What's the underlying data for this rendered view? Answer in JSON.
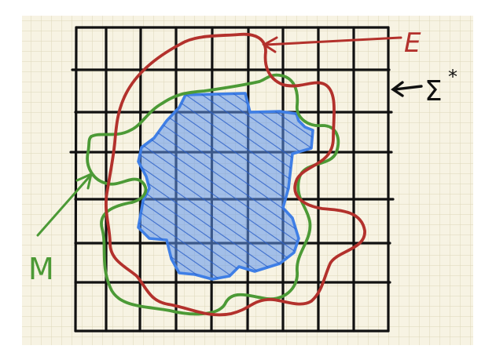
{
  "labels": {
    "e": "E",
    "sigma": "Σ",
    "sigma_star": "*",
    "m": "M"
  },
  "colors": {
    "paper": "#f7f3e3",
    "paper_grid": "#dcd7b9",
    "grid_lines": "#111111",
    "red_curve": "#b3312c",
    "green_curve": "#4c9a36",
    "blue_region": "#3f7fe6",
    "blue_hatch": "#2a5fc8"
  }
}
